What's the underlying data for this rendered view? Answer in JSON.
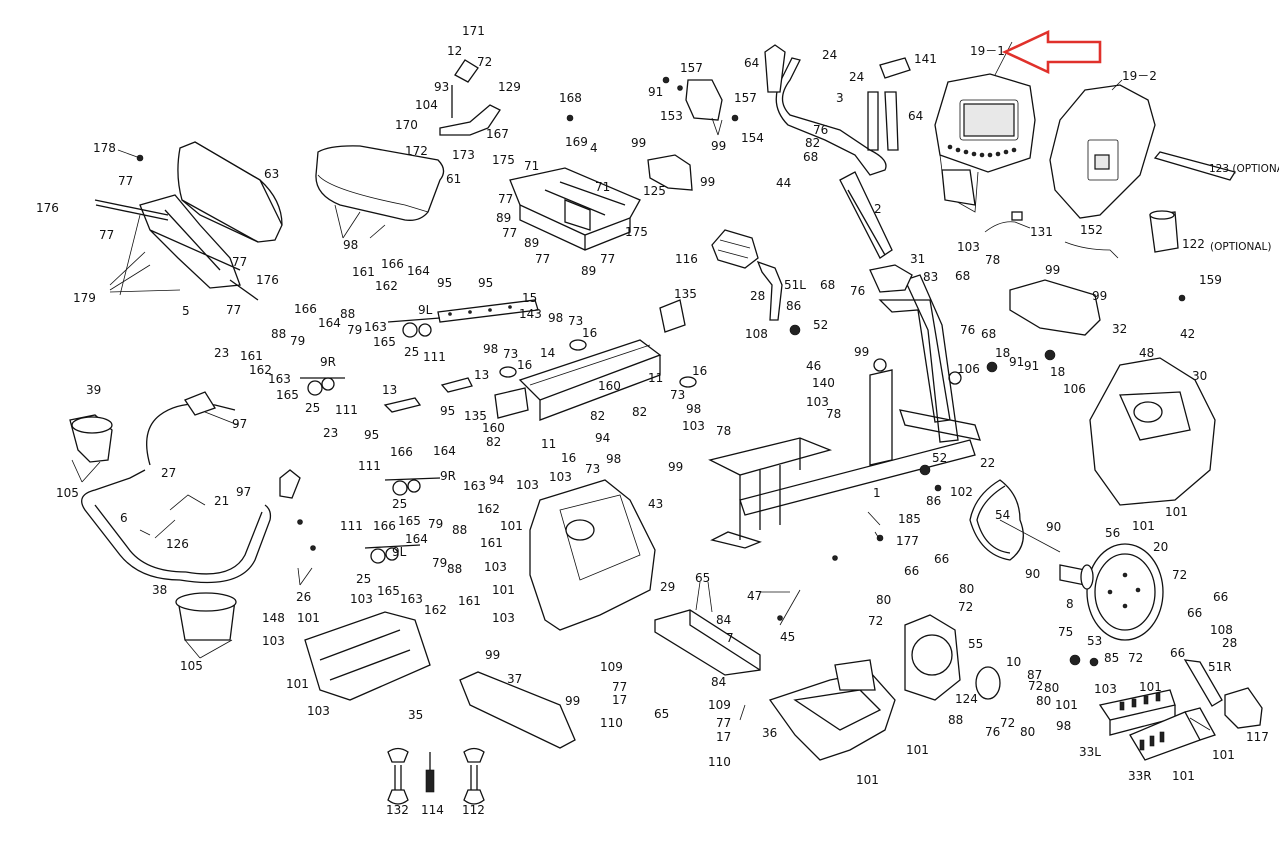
{
  "diagram": {
    "highlight_color": "#e0312b",
    "labels": {
      "l171": "171",
      "l12": "12",
      "l72a": "72",
      "l129": "129",
      "l93": "93",
      "l104": "104",
      "l170": "170",
      "l167": "167",
      "l172": "172",
      "l173": "173",
      "l168": "168",
      "l169": "169",
      "l157a": "157",
      "l91a": "91",
      "l153": "153",
      "l157b": "157",
      "l99a": "99",
      "l154": "154",
      "l64a": "64",
      "l24a": "24",
      "l24b": "24",
      "l141": "141",
      "l64b": "64",
      "l3": "3",
      "l76a": "76",
      "l82a": "82",
      "l68a": "68",
      "l44": "44",
      "l2": "2",
      "l19_1": "19－1",
      "l19_2": "19－2",
      "l123": "123 (OPTIONAL)",
      "l131": "131",
      "l152": "152",
      "l122": "122",
      "l122opt": "(OPTIONAL)",
      "l178": "178",
      "l63": "63",
      "l77a": "77",
      "l176a": "176",
      "l77b": "77",
      "l179": "179",
      "l5": "5",
      "l77c": "77",
      "l176b": "176",
      "l77d": "77",
      "l61": "61",
      "l98a": "98",
      "l175a": "175",
      "l71a": "71",
      "l4": "4",
      "l71b": "71",
      "l77e": "77",
      "l89a": "89",
      "l77f": "77",
      "l89b": "89",
      "l77g": "77",
      "l89c": "89",
      "l77h": "77",
      "l175b": "175",
      "l99b": "99",
      "l125": "125",
      "l99c": "99",
      "l116": "116",
      "l51L": "51L",
      "l31": "31",
      "l103a": "103",
      "l83": "83",
      "l68b": "68",
      "l78a": "78",
      "l99d": "99",
      "l99e": "99",
      "l32": "32",
      "l159": "159",
      "l42": "42",
      "l48": "48",
      "l166a": "166",
      "l164a": "164",
      "l161a": "161",
      "l162a": "162",
      "l95a": "95",
      "l95b": "95",
      "l15": "15",
      "l143": "143",
      "l88a": "88",
      "l9La": "9L",
      "l79a": "79",
      "l163a": "163",
      "l165a": "165",
      "l25a": "25",
      "l111a": "111",
      "l166b": "166",
      "l164b": "164",
      "l88b": "88",
      "l79b": "79",
      "l161b": "161",
      "l162b": "162",
      "l9Ra": "9R",
      "l163b": "163",
      "l165b": "165",
      "l25b": "25",
      "l111b": "111",
      "l135a": "135",
      "l28a": "28",
      "l108a": "108",
      "l86a": "86",
      "l52a": "52",
      "l68c": "68",
      "l76b": "76",
      "l99f": "99",
      "l46": "46",
      "l140": "140",
      "l98b": "98",
      "l73a": "73",
      "l16a": "16",
      "l98c": "98",
      "l73b": "73",
      "l16b": "16",
      "l14": "14",
      "l11a": "11",
      "l16c": "16",
      "l73c": "73",
      "l98d": "98",
      "l23a": "23",
      "l39": "39",
      "l97a": "97",
      "l105a": "105",
      "l13a": "13",
      "l13b": "13",
      "l95c": "95",
      "l95d": "95",
      "l135b": "135",
      "l160a": "160",
      "l160b": "160",
      "l82b": "82",
      "l82c": "82",
      "l94a": "94",
      "l82d": "82",
      "l94b": "94",
      "l11b": "11",
      "l16d": "16",
      "l73d": "73",
      "l98e": "98",
      "l76c": "76",
      "l68d": "68",
      "l18a": "18",
      "l91b": "91",
      "l106a": "106",
      "l91c": "91",
      "l18b": "18",
      "l106b": "106",
      "l30": "30",
      "l103b": "103",
      "l78b": "78",
      "l103c": "103",
      "l78c": "78",
      "l166c": "166",
      "l164c": "164",
      "l111c": "111",
      "l9Rb": "9R",
      "l163c": "163",
      "l25c": "25",
      "l165c": "165",
      "l79c": "79",
      "l88c": "88",
      "l162c": "162",
      "l161c": "161",
      "l27": "27",
      "l23b": "23",
      "l97b": "97",
      "l21": "21",
      "l6": "6",
      "l126": "126",
      "l103d": "103",
      "l103e": "103",
      "l101a": "101",
      "l103f": "103",
      "l101b": "101",
      "l103g": "103",
      "l29": "29",
      "l99g": "99",
      "l43": "43",
      "l52b": "52",
      "l22": "22",
      "l86b": "86",
      "l102": "102",
      "l1": "1",
      "l185": "185",
      "l177": "177",
      "l101c": "101",
      "l101d": "101",
      "l54": "54",
      "l90a": "90",
      "l56": "56",
      "l90b": "90",
      "l20": "20",
      "l8": "8",
      "l111d": "111",
      "l166d": "166",
      "l164d": "164",
      "l9Lb": "9L",
      "l79d": "79",
      "l88d": "88",
      "l25d": "25",
      "l165d": "165",
      "l163d": "163",
      "l162d": "162",
      "l161d": "161",
      "l38": "38",
      "l105b": "105",
      "l26": "26",
      "l148": "148",
      "l101e": "101",
      "l103h": "103",
      "l103i": "103",
      "l101f": "101",
      "l103j": "103",
      "l35": "35",
      "l65a": "65",
      "l84a": "84",
      "l7": "7",
      "l109a": "109",
      "l77i": "77",
      "l17a": "17",
      "l110a": "110",
      "l65b": "65",
      "l84b": "84",
      "l109b": "109",
      "l77j": "77",
      "l17b": "17",
      "l110b": "110",
      "l47": "47",
      "l45": "45",
      "l99h": "99",
      "l37": "37",
      "l99i": "99",
      "l66a": "66",
      "l66b": "66",
      "l80a": "80",
      "l80b": "80",
      "l72b": "72",
      "l72c": "72",
      "l55": "55",
      "l72d": "72",
      "l66c": "66",
      "l66d": "66",
      "l72e": "72",
      "l66e": "66",
      "l108b": "108",
      "l28b": "28",
      "l51R": "51R",
      "l75": "75",
      "l53": "53",
      "l85": "85",
      "l10": "10",
      "l87": "87",
      "l72f": "72",
      "l80c": "80",
      "l80d": "80",
      "l124": "124",
      "l88e": "88",
      "l76d": "76",
      "l72g": "72",
      "l80e": "80",
      "l98f": "98",
      "l103k": "103",
      "l101g": "101",
      "l101h": "101",
      "l33L": "33L",
      "l33R": "33R",
      "l101i": "101",
      "l101j": "101",
      "l117": "117",
      "l36": "36",
      "l101k": "101",
      "l101l": "101",
      "l132": "132",
      "l114": "114",
      "l112": "112"
    }
  }
}
